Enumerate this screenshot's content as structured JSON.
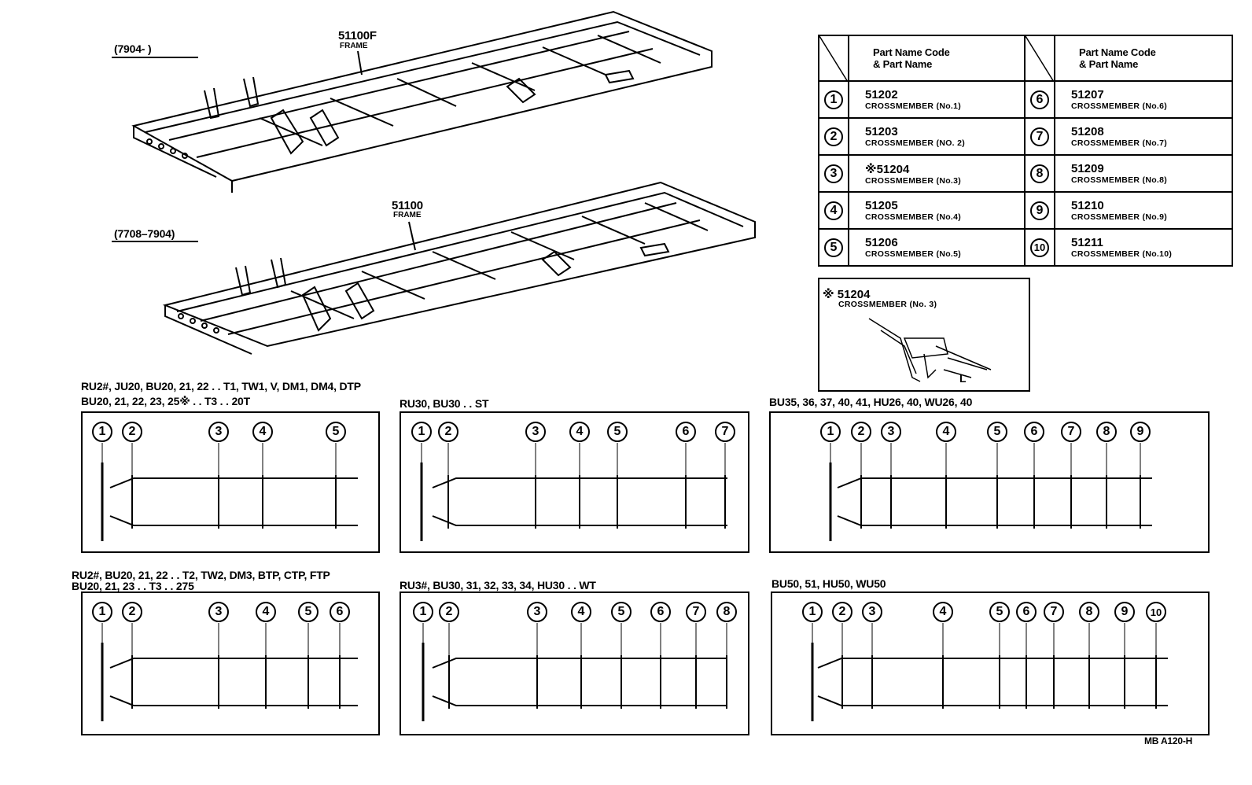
{
  "frames": {
    "top": {
      "date": "(7904-      )",
      "code": "51100F",
      "name": "FRAME"
    },
    "bottom": {
      "date": "(7708–7904)",
      "code": "51100",
      "name": "FRAME"
    }
  },
  "parts_table": {
    "header": "Part Name Code & Part Name",
    "header_line1": "Part Name Code",
    "header_line2": "& Part Name",
    "rows": [
      {
        "num": "1",
        "code": "51202",
        "name": "CROSSMEMBER (No.1)"
      },
      {
        "num": "2",
        "code": "51203",
        "name": "CROSSMEMBER (NO. 2)"
      },
      {
        "num": "3",
        "code": "※51204",
        "name": "CROSSMEMBER (No.3)"
      },
      {
        "num": "4",
        "code": "51205",
        "name": "CROSSMEMBER (No.4)"
      },
      {
        "num": "5",
        "code": "51206",
        "name": "CROSSMEMBER (No.5)"
      },
      {
        "num": "6",
        "code": "51207",
        "name": "CROSSMEMBER (No.6)"
      },
      {
        "num": "7",
        "code": "51208",
        "name": "CROSSMEMBER (No.7)"
      },
      {
        "num": "8",
        "code": "51209",
        "name": "CROSSMEMBER (No.8)"
      },
      {
        "num": "9",
        "code": "51210",
        "name": "CROSSMEMBER (No.9)"
      },
      {
        "num": "10",
        "code": "51211",
        "name": "CROSSMEMBER (No.10)"
      }
    ]
  },
  "detail": {
    "code": "※ 51204",
    "name": "CROSSMEMBER (No. 3)",
    "dim": "L"
  },
  "layouts": [
    {
      "label1": "RU2#, JU20, BU20, 21, 22 . . T1, TW1, V, DM1, DM4, DTP",
      "label2": "BU20, 21, 22, 23, 25※ . . T3 . . 20T",
      "members": [
        "1",
        "2",
        "3",
        "4",
        "5"
      ]
    },
    {
      "label1": "RU30, BU30 . . ST",
      "label2": "",
      "members": [
        "1",
        "2",
        "3",
        "4",
        "5",
        "6",
        "7"
      ]
    },
    {
      "label1": "BU35, 36, 37, 40, 41, HU26, 40, WU26, 40",
      "label2": "",
      "members": [
        "1",
        "2",
        "3",
        "4",
        "5",
        "6",
        "7",
        "8",
        "9"
      ]
    },
    {
      "label1": "RU2#, BU20, 21, 22 . . T2, TW2, DM3, BTP, CTP, FTP",
      "label2": "BU20, 21, 23 . . T3 . . 275",
      "members": [
        "1",
        "2",
        "3",
        "4",
        "5",
        "6"
      ]
    },
    {
      "label1": "RU3#, BU30, 31, 32, 33, 34, HU30 . . WT",
      "label2": "",
      "members": [
        "1",
        "2",
        "3",
        "4",
        "5",
        "6",
        "7",
        "8"
      ]
    },
    {
      "label1": "BU50, 51, HU50, WU50",
      "label2": "",
      "members": [
        "1",
        "2",
        "3",
        "4",
        "5",
        "6",
        "7",
        "8",
        "9",
        "10"
      ]
    }
  ],
  "figure_id": "MB A120-H"
}
